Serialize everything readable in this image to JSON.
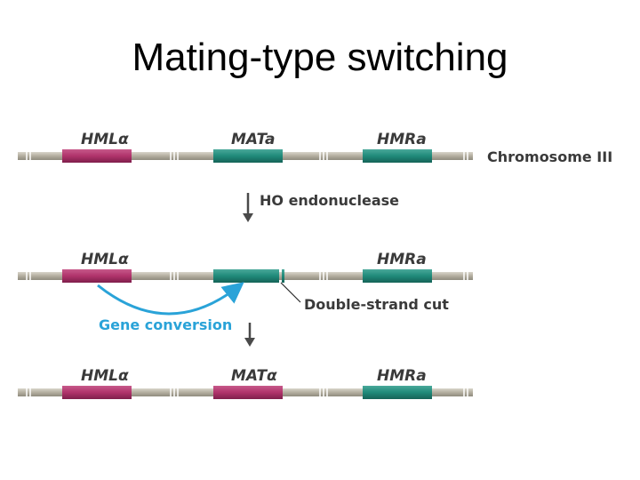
{
  "title": "Mating-type switching",
  "colors": {
    "alpha": "#b0336b",
    "a": "#1f8a7a",
    "chromosome": "#b9b5a6",
    "conversion": "#2aa3d8"
  },
  "rows": [
    {
      "loci": [
        {
          "name": "HMLα",
          "allele": "alpha"
        },
        {
          "name": "MATa",
          "allele": "a"
        },
        {
          "name": "HMRa",
          "allele": "a"
        }
      ],
      "side_label": "Chromosome III"
    },
    {
      "loci": [
        {
          "name": "HMLα",
          "allele": "alpha"
        },
        {
          "name": "",
          "allele": "a"
        },
        {
          "name": "HMRa",
          "allele": "a"
        }
      ],
      "side_label": ""
    },
    {
      "loci": [
        {
          "name": "HMLα",
          "allele": "alpha"
        },
        {
          "name": "MATα",
          "allele": "alpha"
        },
        {
          "name": "HMRa",
          "allele": "a"
        }
      ],
      "side_label": ""
    }
  ],
  "step1_label": "HO endonuclease",
  "cut_label": "Double-strand cut",
  "conversion_label": "Gene conversion"
}
